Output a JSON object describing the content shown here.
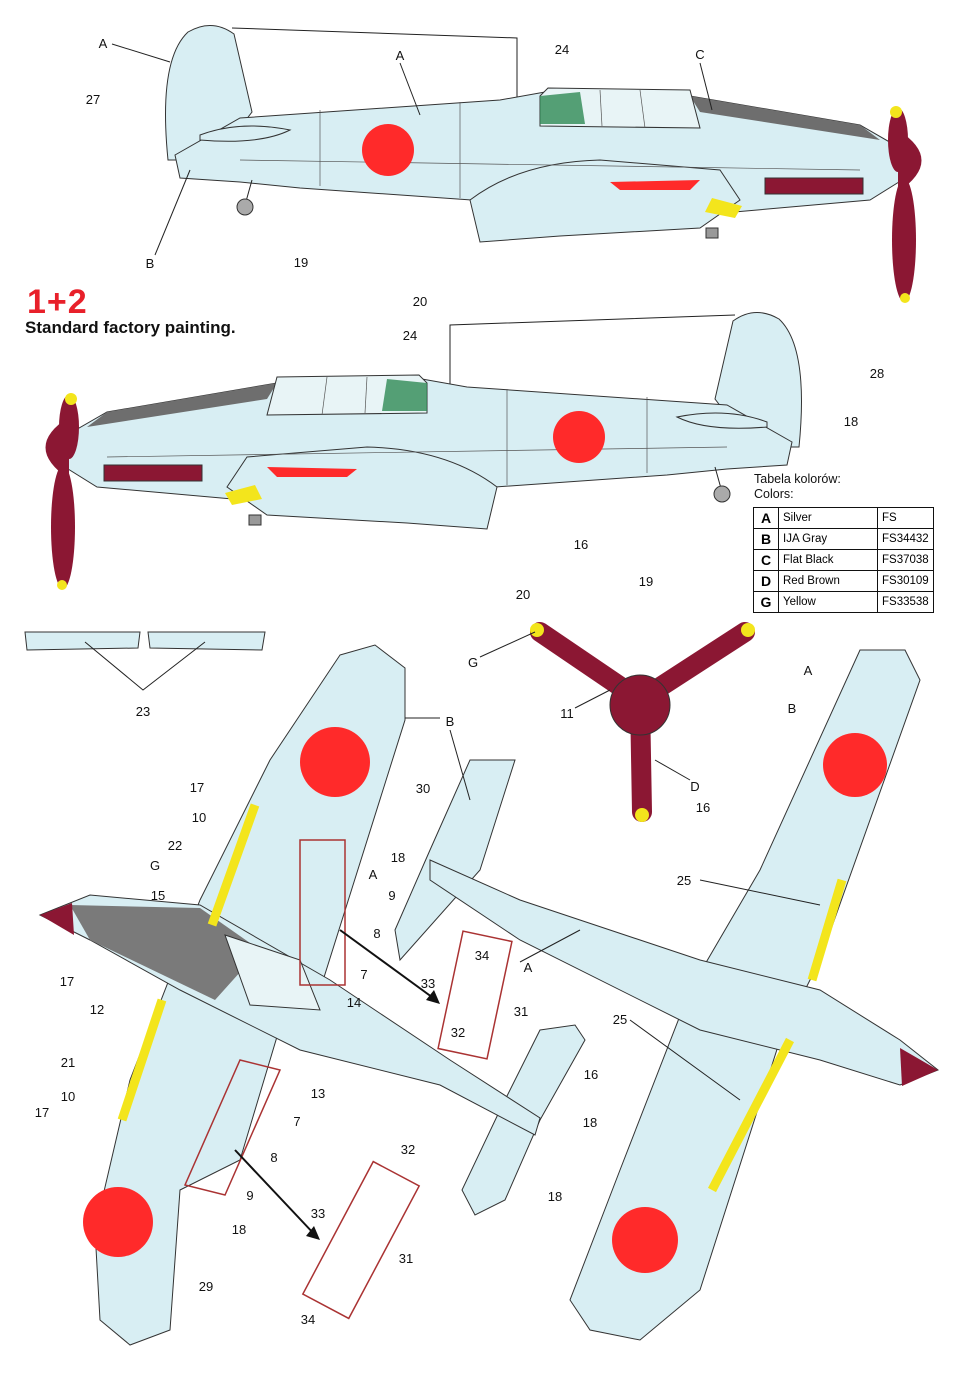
{
  "heading": {
    "scheme_number": "1+2",
    "subtitle": "Standard factory painting."
  },
  "legend": {
    "title_pl": "Tabela kolorów:",
    "title_en": "Colors:"
  },
  "colors_table": [
    {
      "code": "A",
      "name": "Silver",
      "fs": "FS"
    },
    {
      "code": "B",
      "name": "IJA Gray",
      "fs": "FS34432"
    },
    {
      "code": "C",
      "name": "Flat Black",
      "fs": "FS37038"
    },
    {
      "code": "D",
      "name": "Red Brown",
      "fs": "FS30109"
    },
    {
      "code": "G",
      "name": "Yellow",
      "fs": "FS33538"
    }
  ],
  "palette": {
    "skin": "#d8eef3",
    "hinomaru": "#ff2a2a",
    "red_brown": "#8b1733",
    "yellow": "#f3e51c",
    "black": "#6e6e6e",
    "canopy_frame": "#2e8a55"
  },
  "callouts": [
    "A",
    "27",
    "A",
    "24",
    "C",
    "B",
    "19",
    "20",
    "24",
    "28",
    "18",
    "16",
    "19",
    "20",
    "23",
    "G",
    "11",
    "D",
    "A",
    "B",
    "16",
    "25",
    "25",
    "16",
    "B",
    "30",
    "17",
    "10",
    "22",
    "G",
    "15",
    "18",
    "9",
    "A",
    "8",
    "7",
    "14",
    "A",
    "34",
    "33",
    "31",
    "32",
    "17",
    "12",
    "13",
    "21",
    "10",
    "17",
    "7",
    "8",
    "9",
    "18",
    "18",
    "18",
    "32",
    "33",
    "31",
    "34",
    "29"
  ]
}
